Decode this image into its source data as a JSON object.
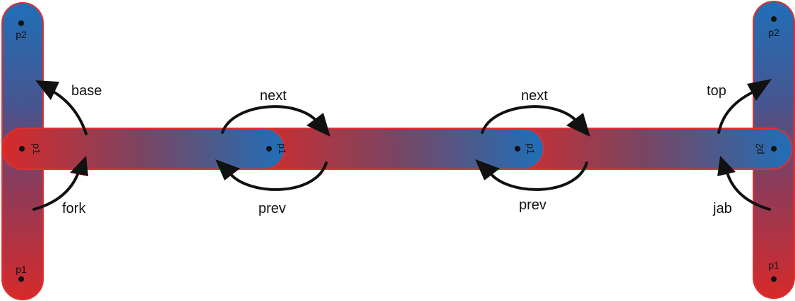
{
  "colors": {
    "red": "#d62a2a",
    "blue": "#1f6fb8",
    "outline": "#e03030",
    "ink": "#111111"
  },
  "labels": {
    "base": "base",
    "fork": "fork",
    "next_left": "next",
    "prev_left": "prev",
    "next_right": "next",
    "prev_right": "prev",
    "top": "top",
    "jab": "jab"
  },
  "points": {
    "left_bar_top": "p2",
    "left_bar_bottom": "p1",
    "left_horizontal_end": "p1",
    "middle_left_segment": "p1",
    "middle_right_segment": "p1",
    "right_horizontal_end": "p2",
    "right_bar_top": "p2",
    "right_bar_bottom": "p1"
  }
}
